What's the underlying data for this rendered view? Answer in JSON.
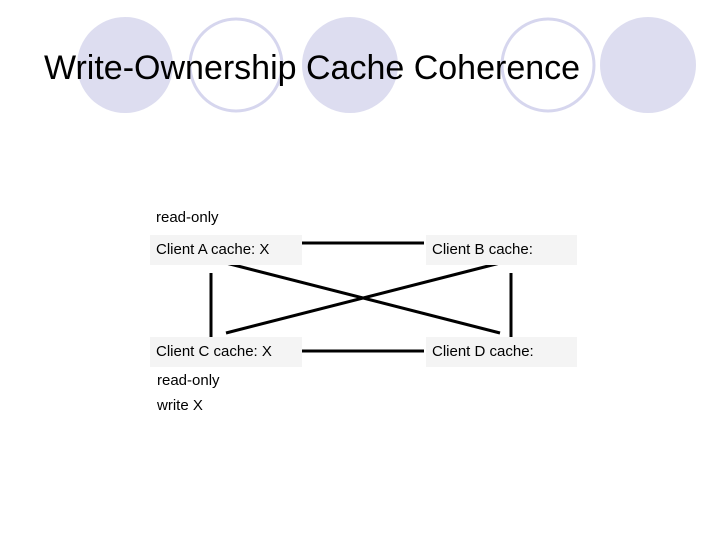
{
  "slide": {
    "title": "Write-Ownership Cache Coherence",
    "accent_color": "#ddddf0",
    "ring_color": "#d6d6ee"
  },
  "diagram": {
    "top_label": "read-only",
    "nodes": {
      "a": "Client A cache: X",
      "b": "Client B cache:",
      "c": "Client C cache: X",
      "d": "Client D cache:"
    },
    "bottom_labels": [
      "read-only",
      "write X"
    ]
  }
}
